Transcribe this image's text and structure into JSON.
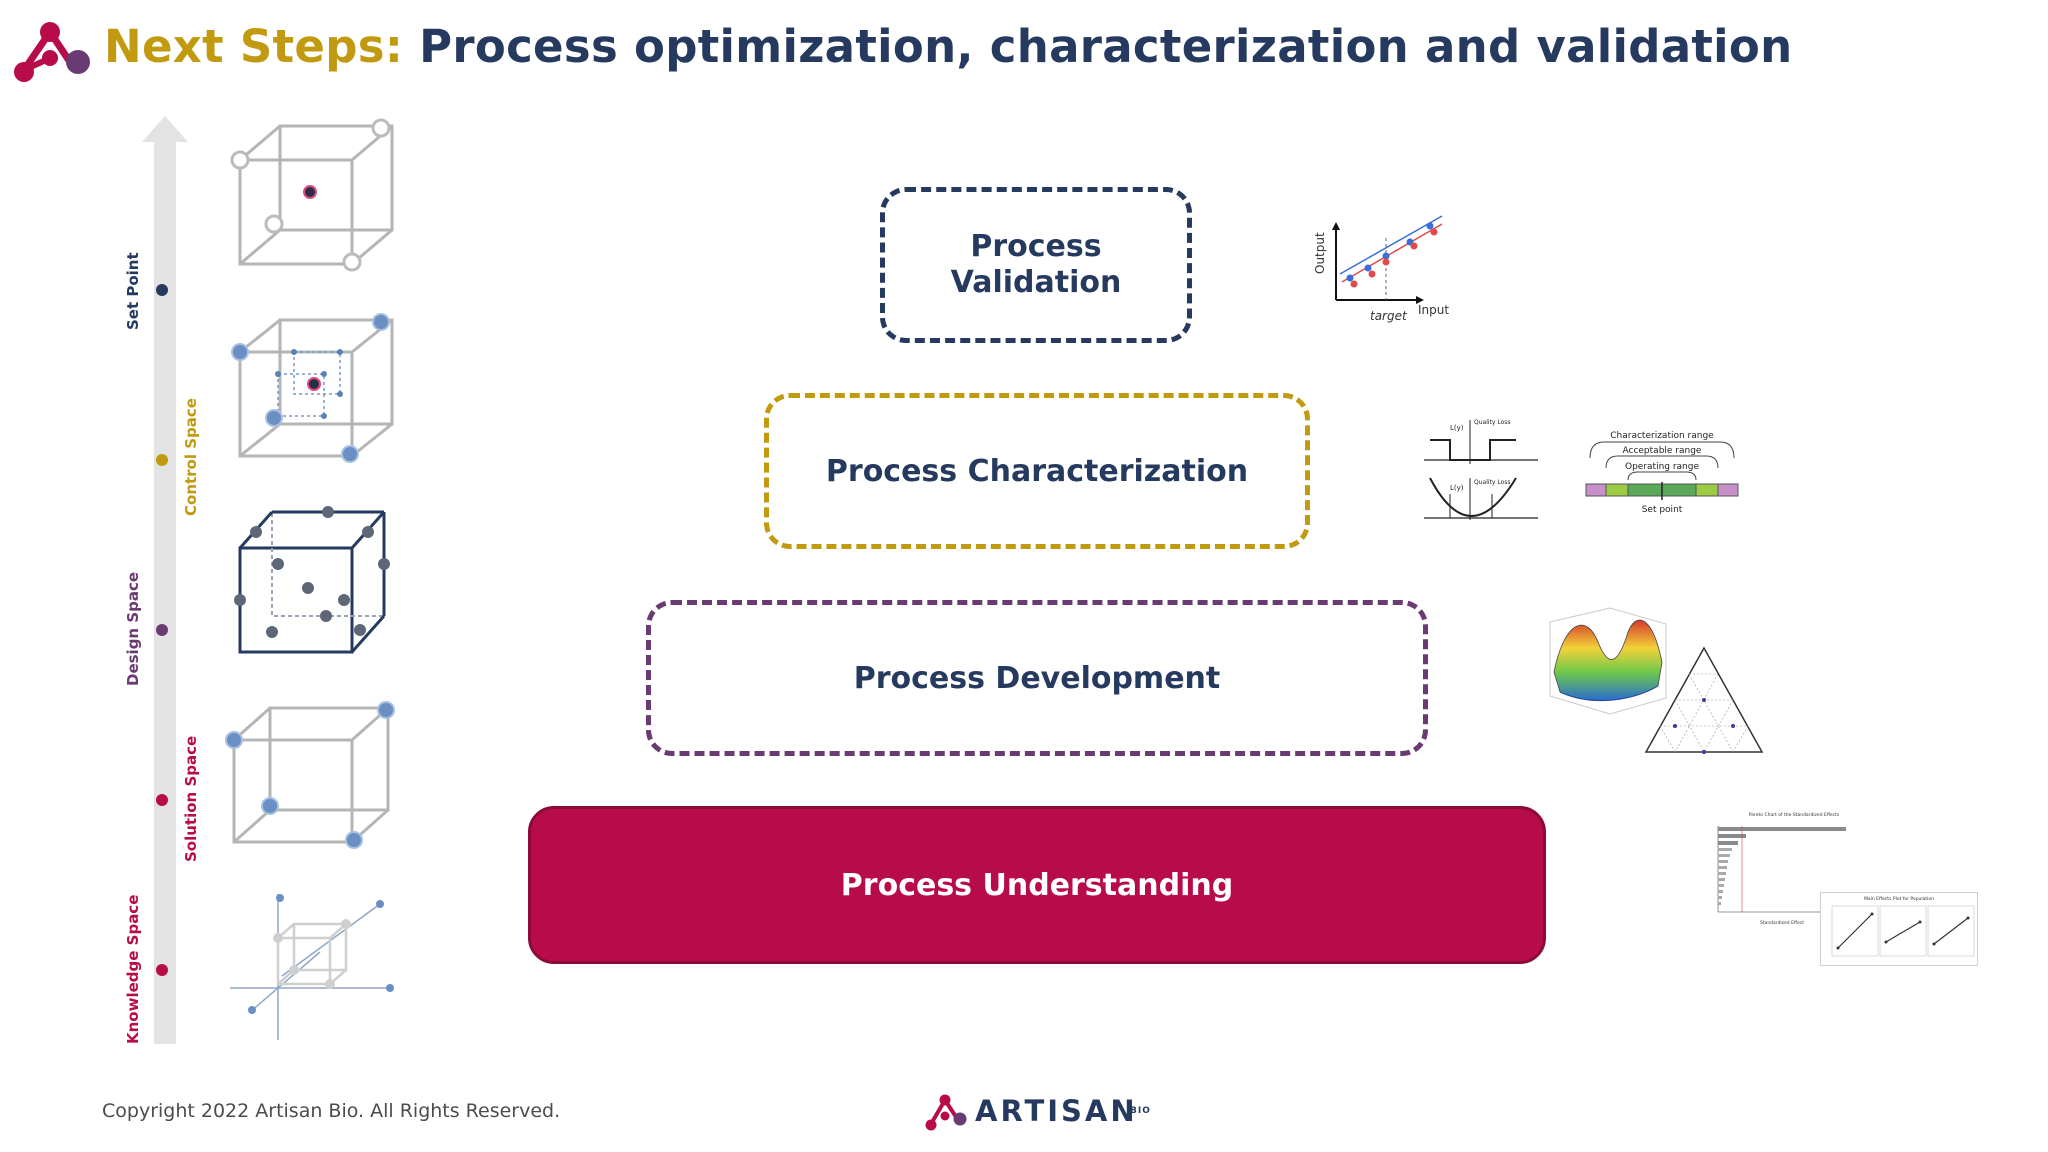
{
  "header": {
    "title_accent": "Next Steps:",
    "title_main": "Process optimization, characterization and validation"
  },
  "pyramid": {
    "validation": "Process\nValidation",
    "characterization": "Process Characterization",
    "development": "Process Development",
    "understanding": "Process Understanding"
  },
  "scale": {
    "set_point": "Set Point",
    "control_space": "Control Space",
    "design_space": "Design Space",
    "solution_space": "Solution Space",
    "knowledge_space": "Knowledge Space"
  },
  "validation_plot": {
    "ylabel": "Output",
    "xlabel": "Input",
    "marker": "target"
  },
  "characterization_plots": {
    "loss_label": "L(y)",
    "quality_label": "Quality\nLoss",
    "ranges": {
      "characterization": "Characterization range",
      "acceptable": "Acceptable range",
      "operating": "Operating range",
      "set_point": "Set point"
    }
  },
  "understanding_plots": {
    "pareto_title": "Pareto Chart of the Standardized Effects",
    "pareto_xlabel": "Standardized Effect",
    "main_effects_title": "Main Effects Plot for Population"
  },
  "footer": {
    "copyright": "Copyright 2022 Artisan Bio. All Rights Reserved.",
    "brand": "ARTISAN",
    "brand_suffix": "BIO"
  },
  "colors": {
    "navy": "#253a5e",
    "gold": "#c19a10",
    "plum": "#6a3a72",
    "crimson": "#b80b4a"
  }
}
